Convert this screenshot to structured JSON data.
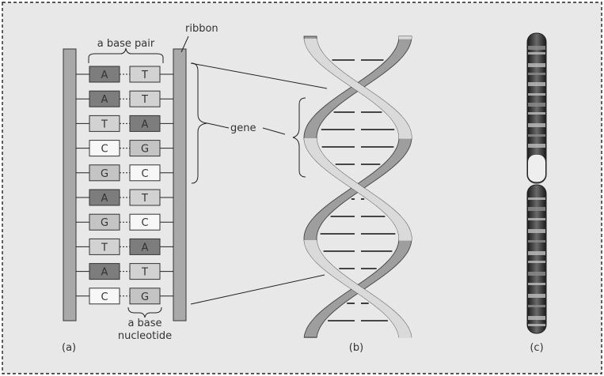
{
  "labels": {
    "ribbon": "ribbon",
    "base_pair": "a base pair",
    "gene": "gene",
    "base_nucleotide_line1": "a base",
    "base_nucleotide_line2": "nucleotide",
    "panel_a": "(a)",
    "panel_b": "(b)",
    "panel_c": "(c)"
  },
  "base_pairs": [
    [
      "A",
      "T"
    ],
    [
      "A",
      "T"
    ],
    [
      "T",
      "A"
    ],
    [
      "C",
      "G"
    ],
    [
      "G",
      "C"
    ],
    [
      "A",
      "T"
    ],
    [
      "G",
      "C"
    ],
    [
      "T",
      "A"
    ],
    [
      "A",
      "T"
    ],
    [
      "C",
      "G"
    ]
  ],
  "colors": {
    "background": "#e8e8e8",
    "border": "#222222",
    "ribbon": "#a9a9a9",
    "base_A": "#7d7d7d",
    "base_T": "#d2d2d2",
    "base_C": "#f7f7f7",
    "base_G": "#c4c4c4",
    "helix_front": "#dadada",
    "helix_back": "#9e9e9e",
    "line": "#222222"
  }
}
